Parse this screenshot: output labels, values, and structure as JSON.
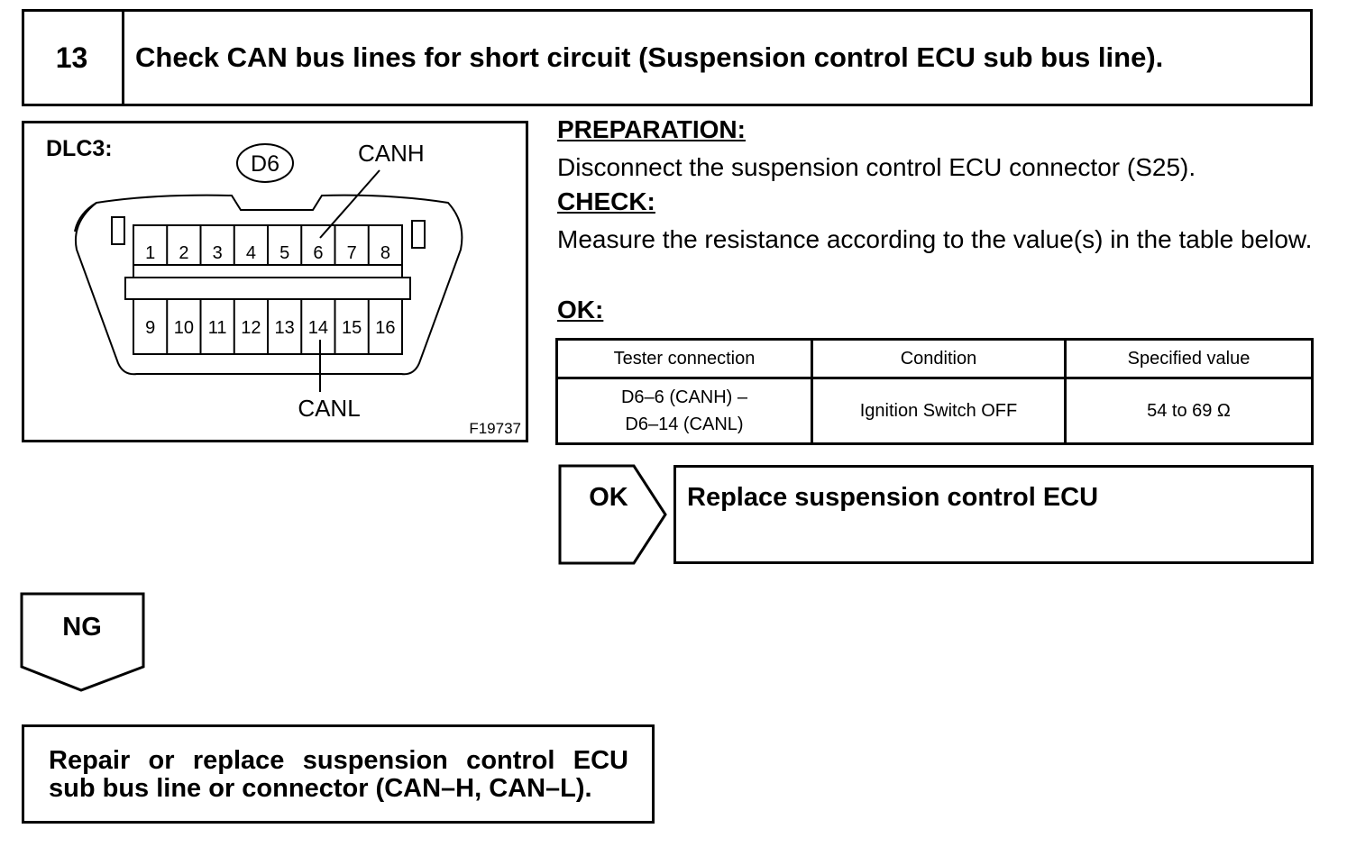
{
  "step": {
    "number": "13",
    "title": "Check CAN bus lines for short circuit (Suspension control ECU sub bus line)."
  },
  "figure": {
    "connector_name": "DLC3:",
    "connector_id": "D6",
    "label_top": "CANH",
    "label_bottom": "CANL",
    "figure_code": "F19737",
    "pins_top": [
      "1",
      "2",
      "3",
      "4",
      "5",
      "6",
      "7",
      "8"
    ],
    "pins_bottom": [
      "9",
      "10",
      "11",
      "12",
      "13",
      "14",
      "15",
      "16"
    ]
  },
  "preparation": {
    "heading": "PREPARATION:",
    "text": "Disconnect the suspension control ECU connector (S25)."
  },
  "check": {
    "heading": "CHECK:",
    "text": "Measure the resistance according to the value(s) in the table below."
  },
  "ok": {
    "heading": "OK:"
  },
  "table": {
    "headers": [
      "Tester connection",
      "Condition",
      "Specified value"
    ],
    "row": {
      "connection_line1": "D6–6 (CANH) –",
      "connection_line2": "D6–14 (CANL)",
      "condition": "Ignition Switch OFF",
      "value": "54 to 69 Ω"
    }
  },
  "results": {
    "ok_label": "OK",
    "ok_action": "Replace suspension control ECU",
    "ng_label": "NG",
    "ng_action_line1": "Repair or replace suspension control ECU",
    "ng_action_line2": "sub bus line or connector (CAN–H, CAN–L)."
  }
}
